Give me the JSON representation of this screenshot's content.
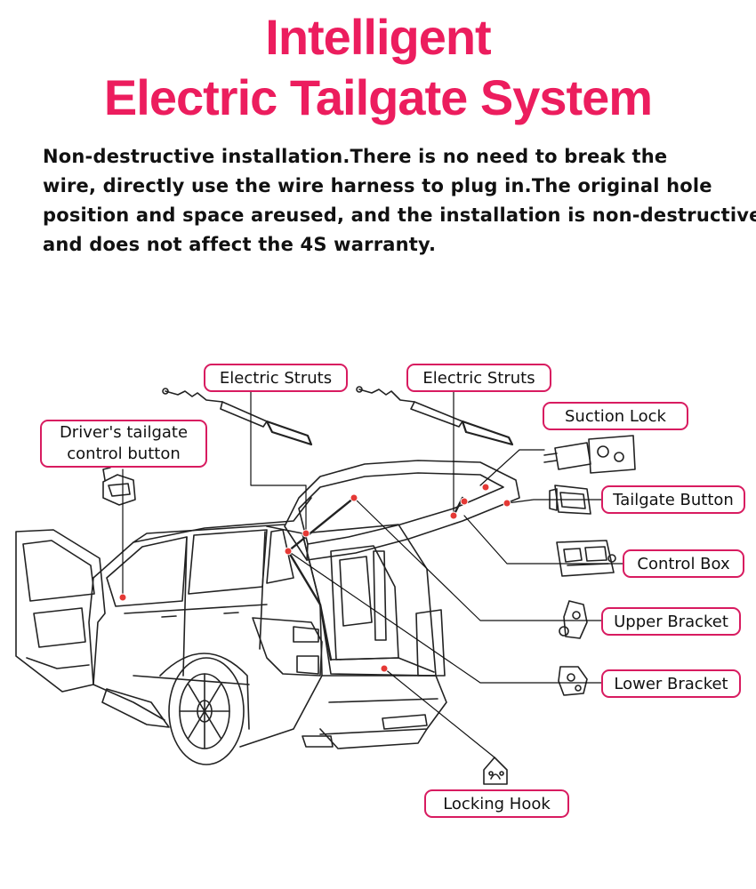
{
  "title": {
    "line1": "Intelligent",
    "line2": "Electric Tailgate System"
  },
  "description": {
    "lines": [
      "Non-destructive installation.There is no need to break the",
      "wire, directly use the wire harness to plug in.The original hole",
      "position and space areused, and the installation is non-destructive",
      "and does not affect the 4S warranty."
    ]
  },
  "labels": {
    "electric_struts_left": "Electric Struts",
    "electric_struts_right": "Electric Struts",
    "driver_button_line1": "Driver's tailgate",
    "driver_button_line2": "control button",
    "suction_lock": "Suction Lock",
    "tailgate_button": "Tailgate Button",
    "control_box": "Control Box",
    "upper_bracket": "Upper Bracket",
    "lower_bracket": "Lower Bracket",
    "locking_hook": "Locking Hook"
  },
  "colors": {
    "accent": "#ec1d5e",
    "label_border": "#d81b60",
    "text": "#111111",
    "line_art": "#222222"
  }
}
